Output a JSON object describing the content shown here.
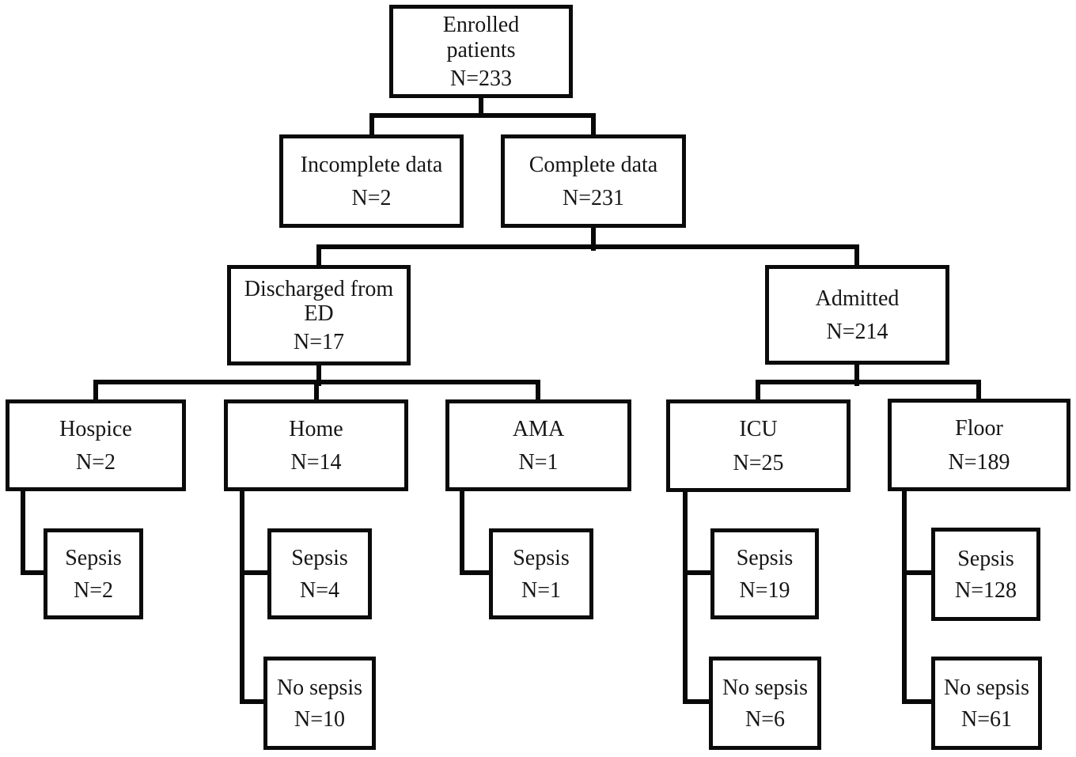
{
  "figure": {
    "type": "patient-flow-diagram",
    "background_color": "#ffffff",
    "box_border_color": "#0b0b0b",
    "line_color": "#080808",
    "text_color": "#161616",
    "nodes": {
      "enrolled": {
        "label": "Enrolled patients",
        "n": "N=233"
      },
      "incomplete_data": {
        "label": "Incomplete data",
        "n": "N=2"
      },
      "complete_data": {
        "label": "Complete data",
        "n": "N=231"
      },
      "discharged_ed": {
        "label": "Discharged from ED",
        "n": "N=17"
      },
      "admitted": {
        "label": "Admitted",
        "n": "N=214"
      },
      "hospice": {
        "label": "Hospice",
        "n": "N=2"
      },
      "home": {
        "label": "Home",
        "n": "N=14"
      },
      "ama": {
        "label": "AMA",
        "n": "N=1"
      },
      "icu": {
        "label": "ICU",
        "n": "N=25"
      },
      "floor": {
        "label": "Floor",
        "n": "N=189"
      },
      "hospice_sepsis": {
        "label": "Sepsis",
        "n": "N=2"
      },
      "home_sepsis": {
        "label": "Sepsis",
        "n": "N=4"
      },
      "home_no_sepsis": {
        "label": "No sepsis",
        "n": "N=10"
      },
      "ama_sepsis": {
        "label": "Sepsis",
        "n": "N=1"
      },
      "icu_sepsis": {
        "label": "Sepsis",
        "n": "N=19"
      },
      "icu_no_sepsis": {
        "label": "No sepsis",
        "n": "N=6"
      },
      "floor_sepsis": {
        "label": "Sepsis",
        "n": "N=128"
      },
      "floor_no_sepsis": {
        "label": "No sepsis",
        "n": "N=61"
      }
    },
    "edges": [
      [
        "enrolled",
        "incomplete_data"
      ],
      [
        "enrolled",
        "complete_data"
      ],
      [
        "complete_data",
        "discharged_ed"
      ],
      [
        "complete_data",
        "admitted"
      ],
      [
        "discharged_ed",
        "hospice"
      ],
      [
        "discharged_ed",
        "home"
      ],
      [
        "discharged_ed",
        "ama"
      ],
      [
        "admitted",
        "icu"
      ],
      [
        "admitted",
        "floor"
      ],
      [
        "hospice",
        "hospice_sepsis"
      ],
      [
        "home",
        "home_sepsis"
      ],
      [
        "home",
        "home_no_sepsis"
      ],
      [
        "ama",
        "ama_sepsis"
      ],
      [
        "icu",
        "icu_sepsis"
      ],
      [
        "icu",
        "icu_no_sepsis"
      ],
      [
        "floor",
        "floor_sepsis"
      ],
      [
        "floor",
        "floor_no_sepsis"
      ]
    ]
  }
}
